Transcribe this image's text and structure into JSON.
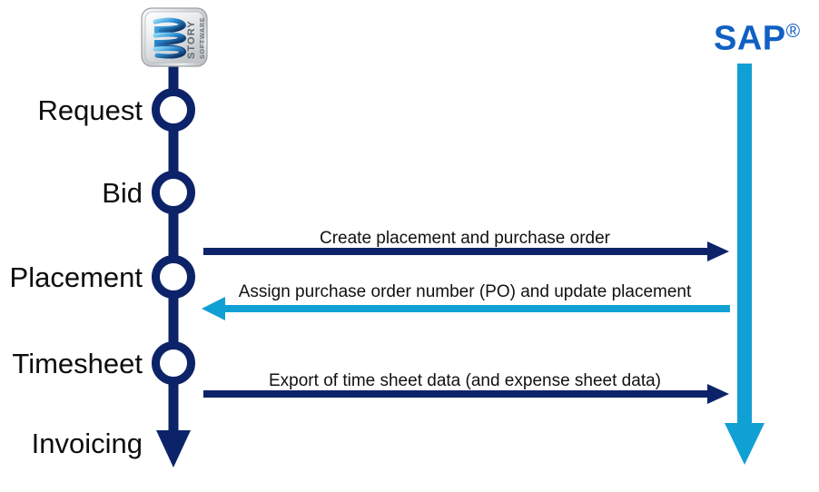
{
  "diagram": {
    "type": "swimlane-sequence",
    "title": "",
    "background_color": "#ffffff",
    "colors": {
      "navy": "#0d2369",
      "sap_blue": "#11a0d4",
      "sap_wordmark_blue": "#1160c4",
      "text": "#111111",
      "logo_silver": "#d9dbdd",
      "logo_blue": "#1c63a8"
    }
  },
  "left_lane": {
    "name": "story-software-lane",
    "logo": {
      "alt": "Story Software logo",
      "word_top": "STORY",
      "word_bottom": "SOFTWARE"
    },
    "line_color": "#0d2369",
    "stages": [
      {
        "label": "Request",
        "has_node": true
      },
      {
        "label": "Bid",
        "has_node": true
      },
      {
        "label": "Placement",
        "has_node": true
      },
      {
        "label": "Timesheet",
        "has_node": true
      },
      {
        "label": "Invoicing",
        "has_node": false
      }
    ]
  },
  "right_lane": {
    "name": "sap-lane",
    "title": "SAP",
    "registered_mark": "®",
    "line_color": "#11a0d4"
  },
  "messages": [
    {
      "text": "Create placement and purchase order",
      "direction": "right",
      "color": "#0d2369",
      "from": "Placement",
      "to": "SAP"
    },
    {
      "text": "Assign purchase order number (PO) and update placement",
      "direction": "left",
      "color": "#11a0d4",
      "from": "SAP",
      "to": "Placement"
    },
    {
      "text": "Export of time sheet data (and expense sheet data)",
      "direction": "right",
      "color": "#0d2369",
      "from": "Timesheet",
      "to": "SAP"
    }
  ]
}
